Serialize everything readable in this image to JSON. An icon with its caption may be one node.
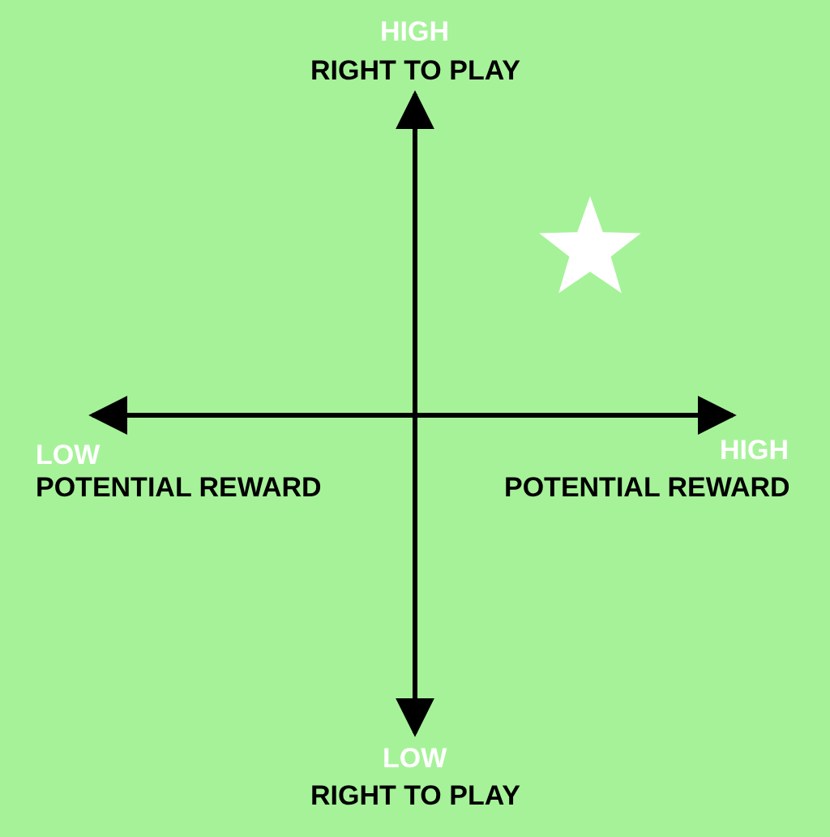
{
  "diagram": {
    "labels": [
      "HIGH",
      "RIGHT TO PLAY",
      "LOW",
      "POTENTIAL REWARD",
      "HIGH",
      "POTENTIAL REWARD",
      "LOW",
      "RIGHT TO PLAY"
    ]
  }
}
